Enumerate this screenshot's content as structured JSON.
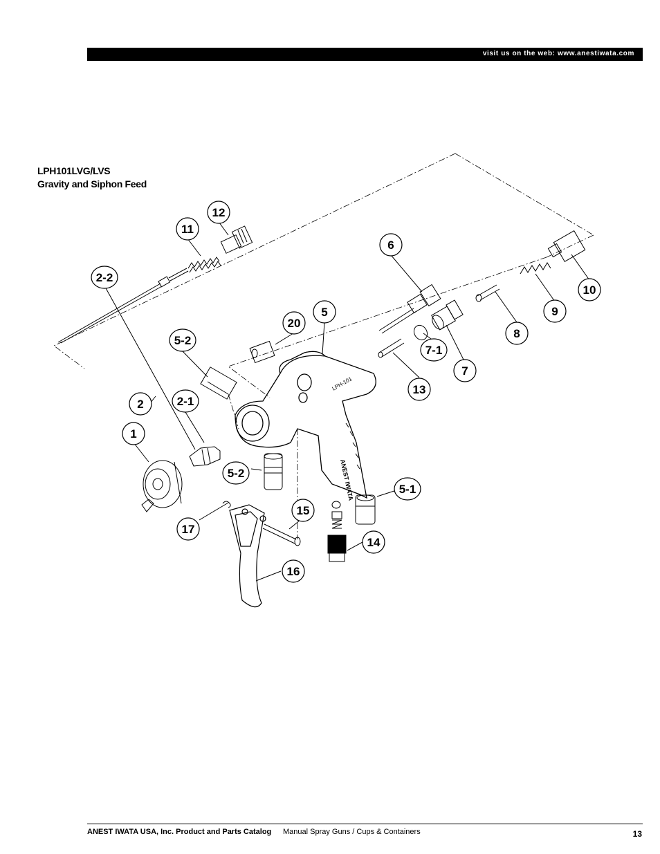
{
  "header": {
    "url": "visit us on the web: www.anestiwata.com"
  },
  "title": {
    "line1": "LPH101LVG/LVS",
    "line2": "Gravity and Siphon Feed"
  },
  "gun_markings": {
    "brand": "ANEST IWATA",
    "model": "LPH-101"
  },
  "callouts": [
    {
      "id": "c-1",
      "label": "1"
    },
    {
      "id": "c-2",
      "label": "2"
    },
    {
      "id": "c-2-1",
      "label": "2-1"
    },
    {
      "id": "c-2-2",
      "label": "2-2"
    },
    {
      "id": "c-5",
      "label": "5"
    },
    {
      "id": "c-5-1",
      "label": "5-1"
    },
    {
      "id": "c-5-2a",
      "label": "5-2"
    },
    {
      "id": "c-5-2b",
      "label": "5-2"
    },
    {
      "id": "c-6",
      "label": "6"
    },
    {
      "id": "c-7",
      "label": "7"
    },
    {
      "id": "c-7-1",
      "label": "7-1"
    },
    {
      "id": "c-8",
      "label": "8"
    },
    {
      "id": "c-9",
      "label": "9"
    },
    {
      "id": "c-10",
      "label": "10"
    },
    {
      "id": "c-11",
      "label": "11"
    },
    {
      "id": "c-12",
      "label": "12"
    },
    {
      "id": "c-13",
      "label": "13"
    },
    {
      "id": "c-14",
      "label": "14"
    },
    {
      "id": "c-15",
      "label": "15"
    },
    {
      "id": "c-16",
      "label": "16"
    },
    {
      "id": "c-17",
      "label": "17"
    },
    {
      "id": "c-20",
      "label": "20"
    }
  ],
  "footer": {
    "company": "ANEST IWATA USA, Inc. Product and Parts Catalog",
    "section": "Manual Spray Guns / Cups & Containers",
    "page": "13"
  }
}
